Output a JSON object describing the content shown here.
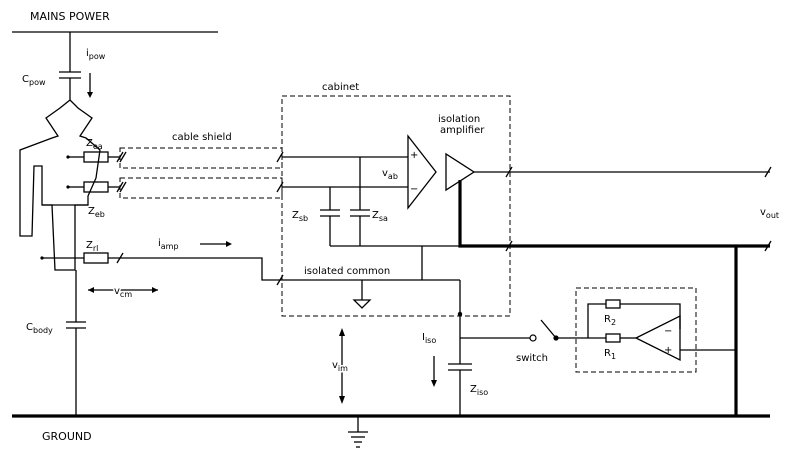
{
  "labels": {
    "mains_power": "MAINS POWER",
    "ground": "GROUND",
    "cabinet": "cabinet",
    "cable_shield": "cable shield",
    "isolation_amplifier_1": "isolation",
    "isolation_amplifier_2": "amplifier",
    "isolated_common": "isolated common",
    "switch": "switch",
    "v_out": "v",
    "v_out_sub": "out",
    "v_ab": "v",
    "v_ab_sub": "ab",
    "v_cm": "v",
    "v_cm_sub": "cm",
    "v_im": "v",
    "v_im_sub": "im",
    "i_pow": "i",
    "i_pow_sub": "pow",
    "i_amp": "i",
    "i_amp_sub": "amp",
    "i_iso": "I",
    "i_iso_sub": "iso",
    "c_pow": "C",
    "c_pow_sub": "pow",
    "c_body": "C",
    "c_body_sub": "body",
    "z_ea": "Z",
    "z_ea_sub": "ea",
    "z_eb": "Z",
    "z_eb_sub": "eb",
    "z_rl": "Z",
    "z_rl_sub": "rl",
    "z_sb": "Z",
    "z_sb_sub": "sb",
    "z_sa": "Z",
    "z_sa_sub": "sa",
    "z_iso": "Z",
    "z_iso_sub": "iso",
    "r1": "R",
    "r1_sub": "1",
    "r2": "R",
    "r2_sub": "2",
    "plus": "+",
    "minus": "−"
  }
}
